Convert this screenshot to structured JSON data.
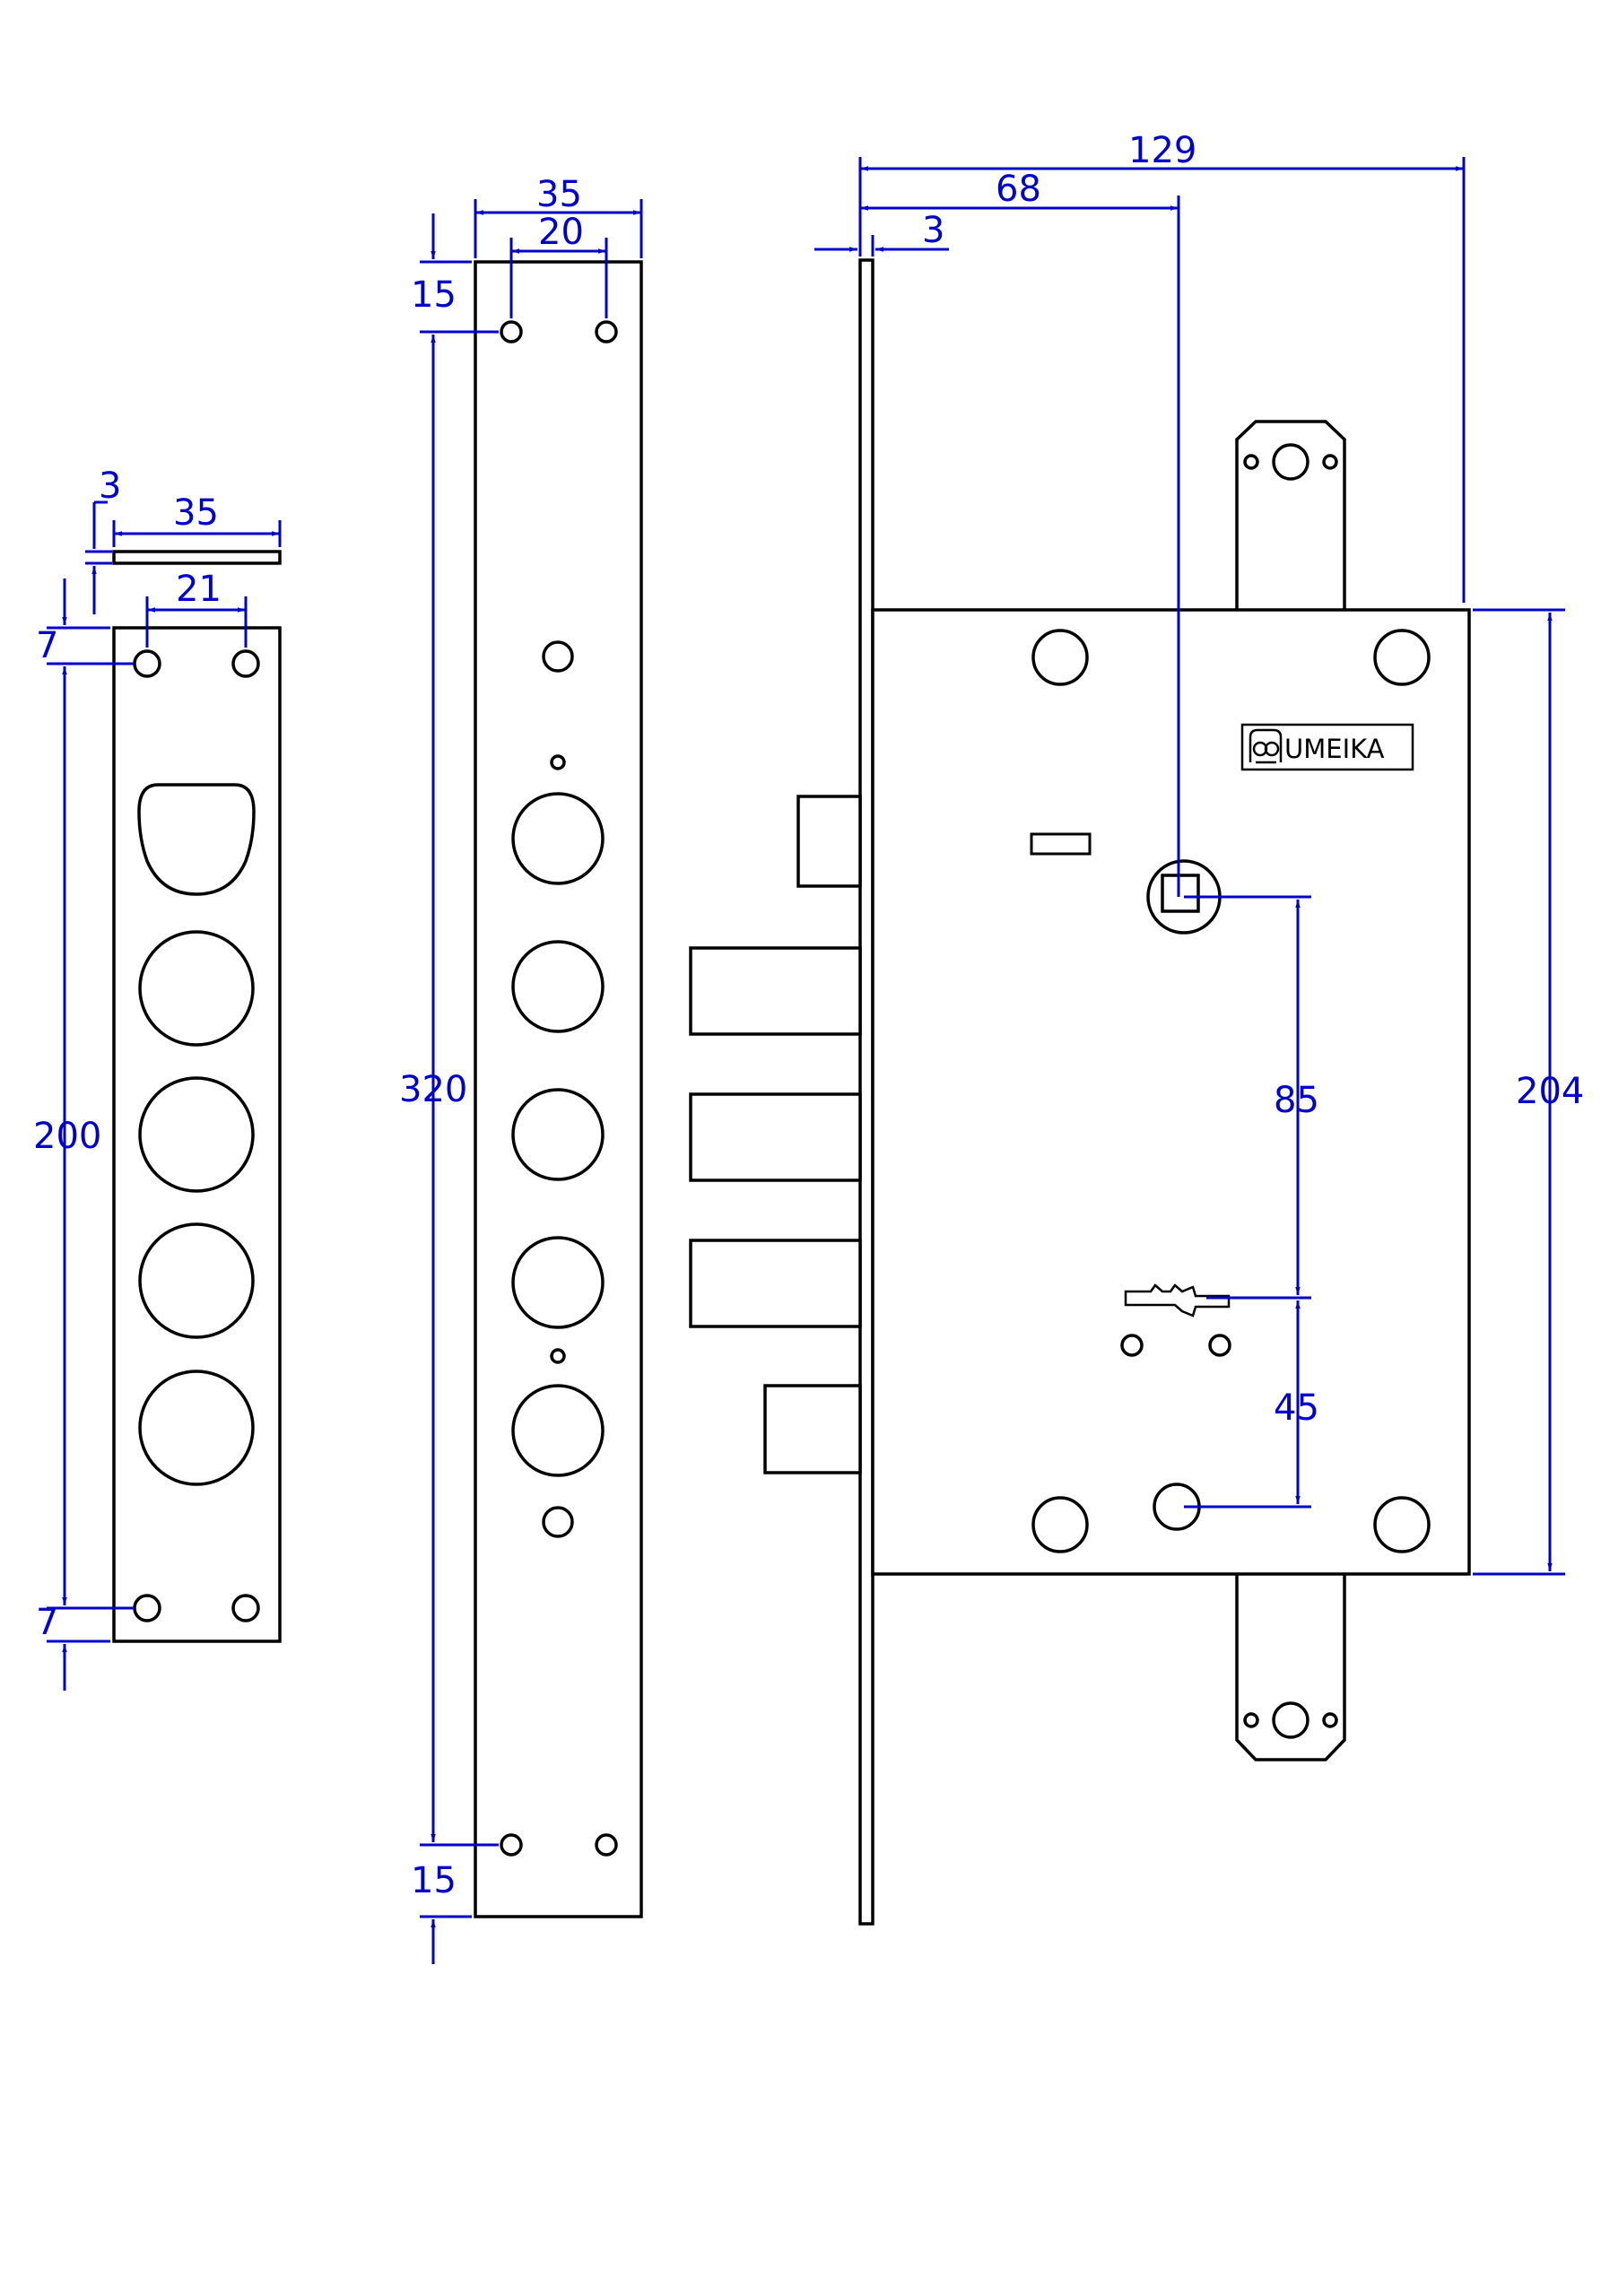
{
  "colors": {
    "outline": "#000000",
    "dimension": "#0000cc",
    "background": "#ffffff"
  },
  "brand": {
    "logo_name": "umeika-logo-icon",
    "text": "UMEIKA"
  },
  "dims": {
    "cover_thickness": "3",
    "cover_width": "35",
    "cover_hole_spacing": "21",
    "cover_top_offset": "7",
    "cover_height": "200",
    "cover_bottom_offset": "7",
    "strike_width": "35",
    "strike_hole_spacing": "20",
    "strike_top_offset": "15",
    "strike_height": "320",
    "strike_bottom_offset": "15",
    "lock_depth": "129",
    "backset": "68",
    "faceplate_thickness": "3",
    "handle_to_key": "85",
    "key_to_cylinder": "45",
    "lock_height": "204"
  }
}
